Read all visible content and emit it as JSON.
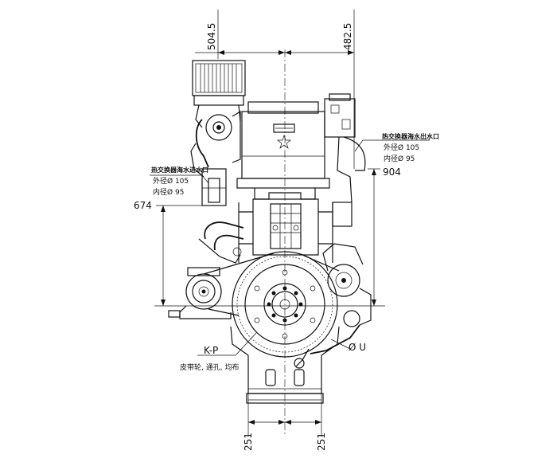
{
  "dimensions": {
    "top_left": "504.5",
    "top_right": "482.5",
    "right_height": "904",
    "left_height": "674",
    "bottom_left": "251",
    "bottom_right": "251"
  },
  "outlet_label": {
    "title": "热交换器海水出水口",
    "outer_prefix": "外径",
    "outer_value": "Ø 105",
    "inner_prefix": "内径",
    "inner_value": "Ø 95"
  },
  "inlet_label": {
    "title": "热交换器海水进水口",
    "outer_prefix": "外径",
    "outer_value": "Ø 105",
    "inner_prefix": "内径",
    "inner_value": "Ø 95"
  },
  "pulley_label": {
    "code": "K-P",
    "desc": "皮带轮, 通孔, 均布"
  },
  "u_label": "Ø U"
}
